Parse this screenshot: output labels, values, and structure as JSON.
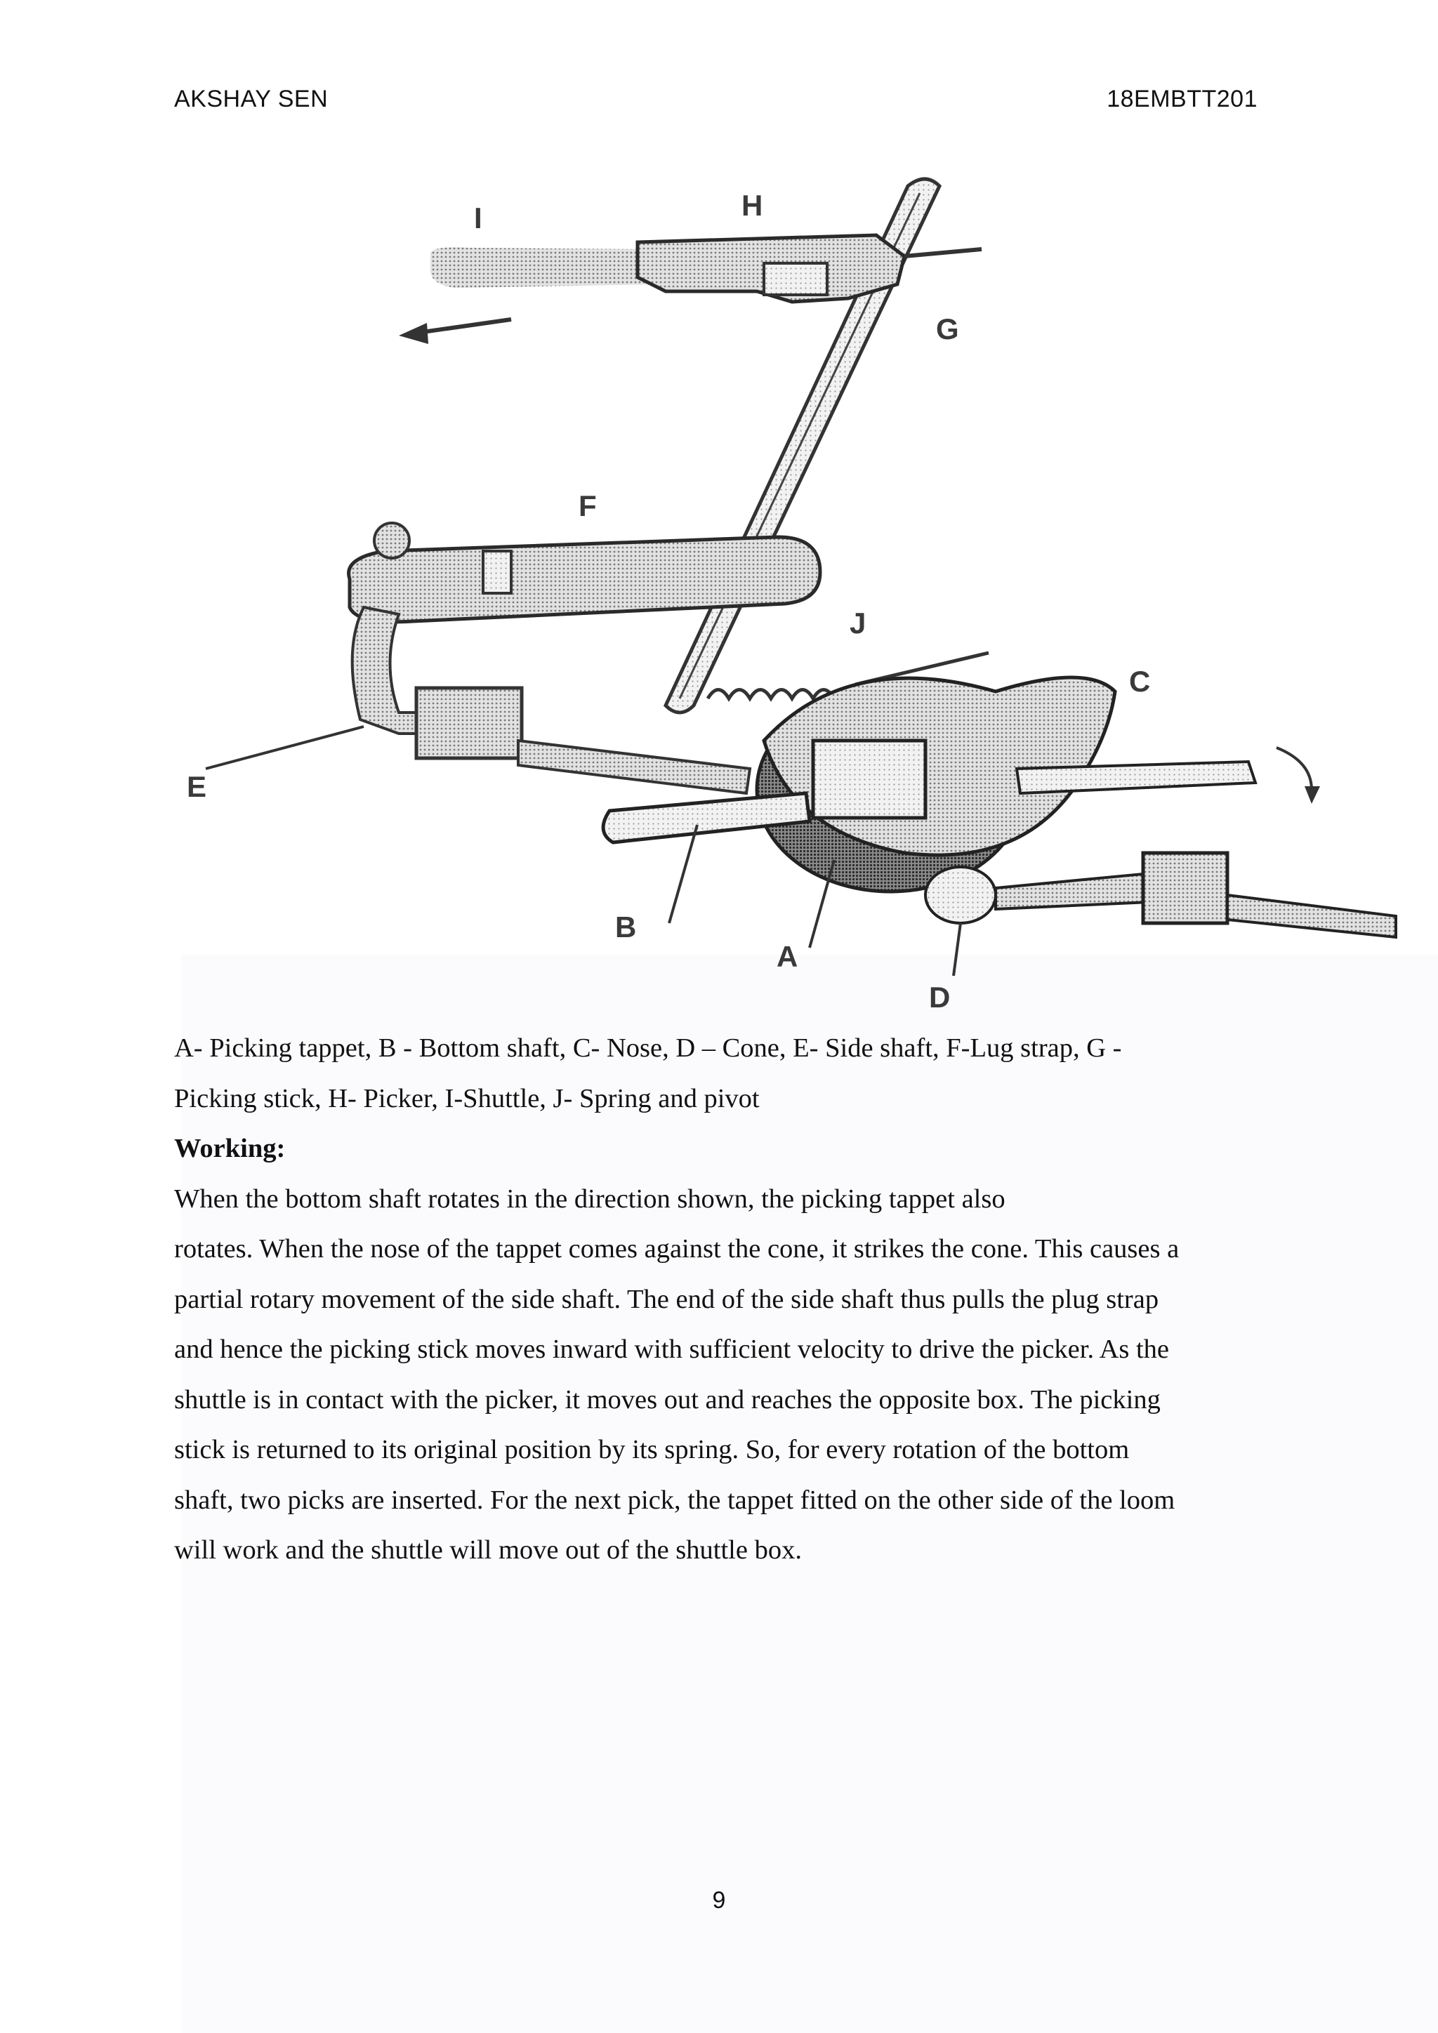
{
  "header": {
    "author": "AKSHAY SEN",
    "reg_no": "18EMBTT201"
  },
  "figure": {
    "labels": [
      "I",
      "H",
      "G",
      "F",
      "J",
      "C",
      "E",
      "B",
      "A",
      "D"
    ]
  },
  "caption": {
    "line1": "A- Picking tappet, B - Bottom shaft, C- Nose, D – Cone, E- Side shaft, F-Lug strap, G -",
    "line2": "Picking stick, H- Picker, I-Shuttle, J- Spring and pivot"
  },
  "section": {
    "heading": "Working:",
    "lines": [
      "When the bottom shaft rotates in the direction shown, the picking tappet also",
      "rotates. When the nose of the tappet comes against the cone, it strikes the cone. This causes a",
      "partial rotary movement of the side shaft. The end of the side shaft thus pulls the plug strap",
      "and hence the picking stick moves inward with sufficient velocity to drive the picker. As the",
      "shuttle is in contact with the picker, it moves out and reaches the opposite box. The picking",
      "stick is returned to its original position by its spring. So, for every rotation of the bottom",
      "shaft, two picks are inserted. For the next pick, the tappet fitted on the other side of the loom",
      "will work and the shuttle will move out of the shuttle box."
    ]
  },
  "footer": {
    "page_number": "9"
  }
}
